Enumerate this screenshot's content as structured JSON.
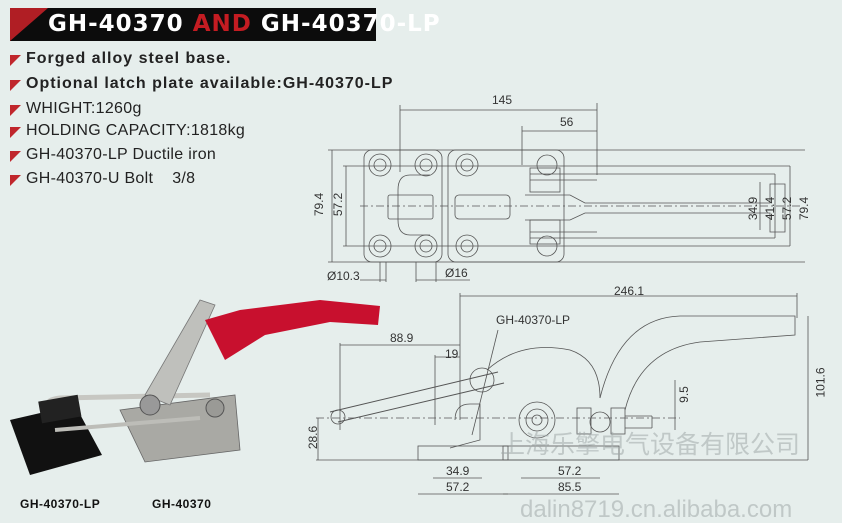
{
  "title": {
    "part1": "GH-40370",
    "and": "AND",
    "part2": "GH-40370-LP"
  },
  "bullets": [
    "Forged alloy steel base.",
    "Optional latch plate available:GH-40370-LP",
    "WHIGHT:1260g",
    "HOLDING CAPACITY:1818kg",
    "GH-40370-LP Ductile iron",
    "GH-40370-U Bolt    3/8"
  ],
  "top_view": {
    "d145": "145",
    "d56": "56",
    "d79_left": "79.4",
    "d57_left": "57.2",
    "d34_9": "34.9",
    "d41_4": "41.4",
    "d57_right": "57.2",
    "d79_right": "79.4",
    "hole_small": "Ø10.3",
    "hole_large": "Ø16"
  },
  "side_view": {
    "d246": "246.1",
    "callout": "GH-40370-LP",
    "d88": "88.9",
    "d19": "19",
    "d9_5": "9.5",
    "d101": "101.6",
    "d28": "28.6",
    "d34_9": "34.9",
    "d57_left": "57.2",
    "d57_right": "57.2",
    "d85": "85.5"
  },
  "product_labels": {
    "left": "GH-40370-LP",
    "right": "GH-40370"
  },
  "watermark": {
    "company": "上海乐擎电气设备有限公司",
    "site": "dalin8719.cn.alibaba.com"
  },
  "colors": {
    "accent_red": "#c0262c",
    "handle_red": "#c8102e",
    "background": "#e6eeec"
  }
}
